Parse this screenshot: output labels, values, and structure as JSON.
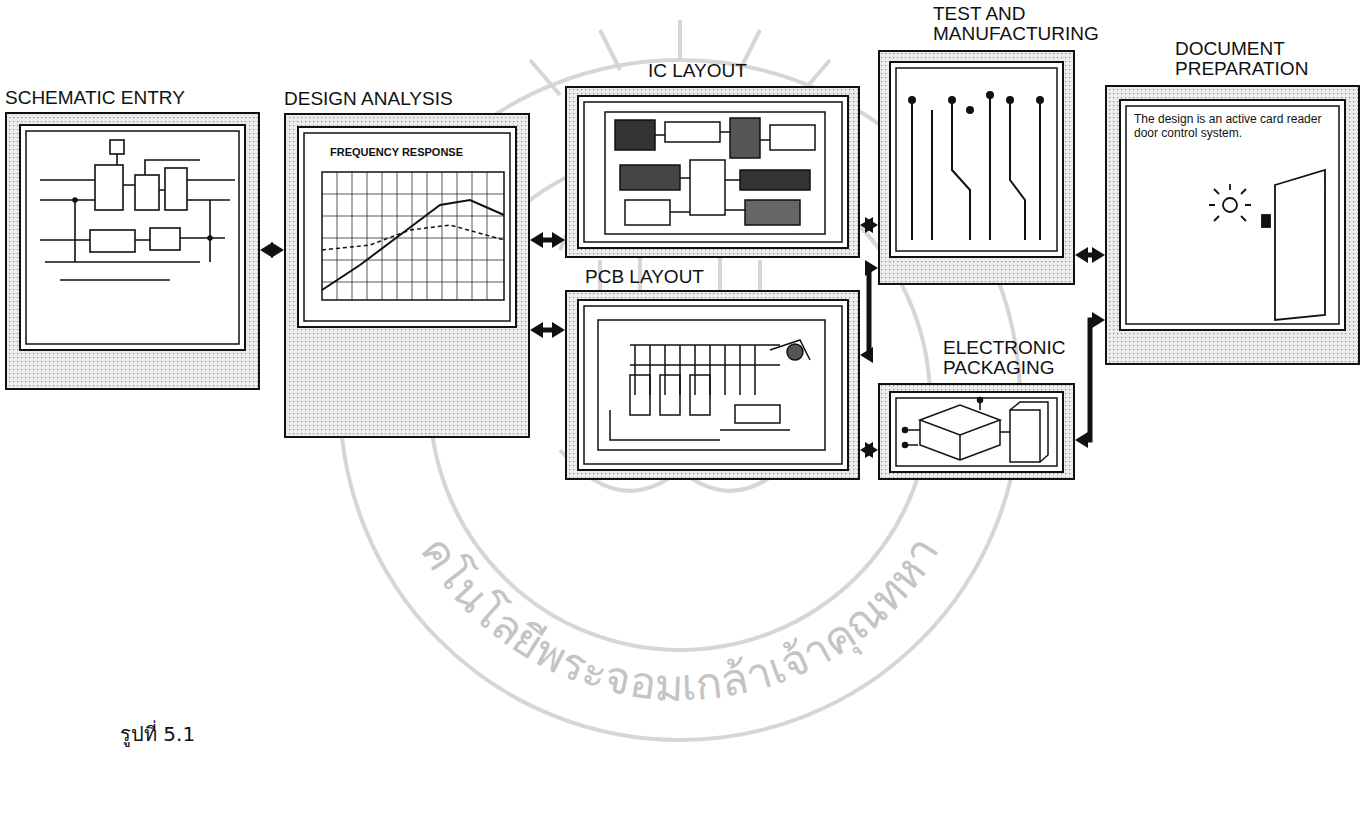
{
  "diagram": {
    "caption": "รูปที่ 5.1",
    "nodes": [
      {
        "text": [
          "SCHEMATIC ENTRY"
        ]
      },
      {
        "text": [
          "DESIGN ANALYSIS"
        ]
      },
      {
        "text": [
          "IC LAYOUT"
        ]
      },
      {
        "text": [
          "PCB LAYOUT"
        ]
      },
      {
        "text": [
          "TEST AND MANUFACTURING"
        ]
      },
      {
        "text": [
          "ELECTRONIC PACKAGING"
        ]
      },
      {
        "text": [
          "DOCUMENT PREPARATION"
        ]
      }
    ],
    "edges": [
      {
        "from": 0,
        "to": 1,
        "arrow": "both"
      },
      {
        "from": 1,
        "to": 2,
        "arrow": "both"
      },
      {
        "from": 1,
        "to": 3,
        "arrow": "both"
      },
      {
        "from": 2,
        "to": 4,
        "arrow": "both"
      },
      {
        "from": 3,
        "to": 4,
        "arrow": "both"
      },
      {
        "from": 3,
        "to": 5,
        "arrow": "both"
      },
      {
        "from": 4,
        "to": 6,
        "arrow": "both"
      },
      {
        "from": 5,
        "to": 6,
        "arrow": "both"
      }
    ],
    "labels": [
      "FREQUENCY RESPONSE",
      "The design is an active card reader door control system.",
      "คโนโลยีพระจอมเกล้าเจ้าคุณทหา"
    ]
  }
}
